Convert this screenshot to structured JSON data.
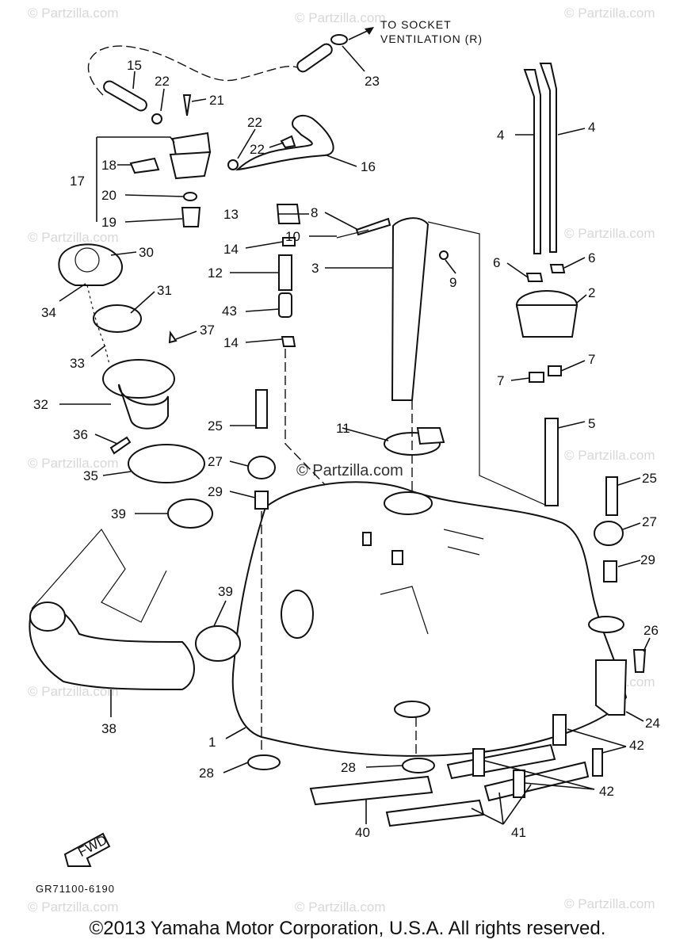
{
  "header_note": [
    "TO SOCKET",
    "VENTILATION (R)"
  ],
  "diagram_code": "GR71100-6190",
  "fwd_label": "FWD",
  "watermark": "© Partzilla.com",
  "copyright": "©2013 Yamaha Motor Corporation, U.S.A. All rights reserved.",
  "callouts": [
    "1",
    "2",
    "3",
    "4",
    "4",
    "5",
    "6",
    "6",
    "7",
    "7",
    "8",
    "9",
    "10",
    "11",
    "12",
    "13",
    "14",
    "14",
    "15",
    "16",
    "17",
    "18",
    "19",
    "20",
    "21",
    "22",
    "22",
    "22",
    "23",
    "24",
    "25",
    "25",
    "26",
    "27",
    "27",
    "28",
    "28",
    "29",
    "29",
    "30",
    "31",
    "32",
    "33",
    "34",
    "35",
    "36",
    "37",
    "38",
    "39",
    "39",
    "40",
    "41",
    "42",
    "42",
    "43"
  ]
}
